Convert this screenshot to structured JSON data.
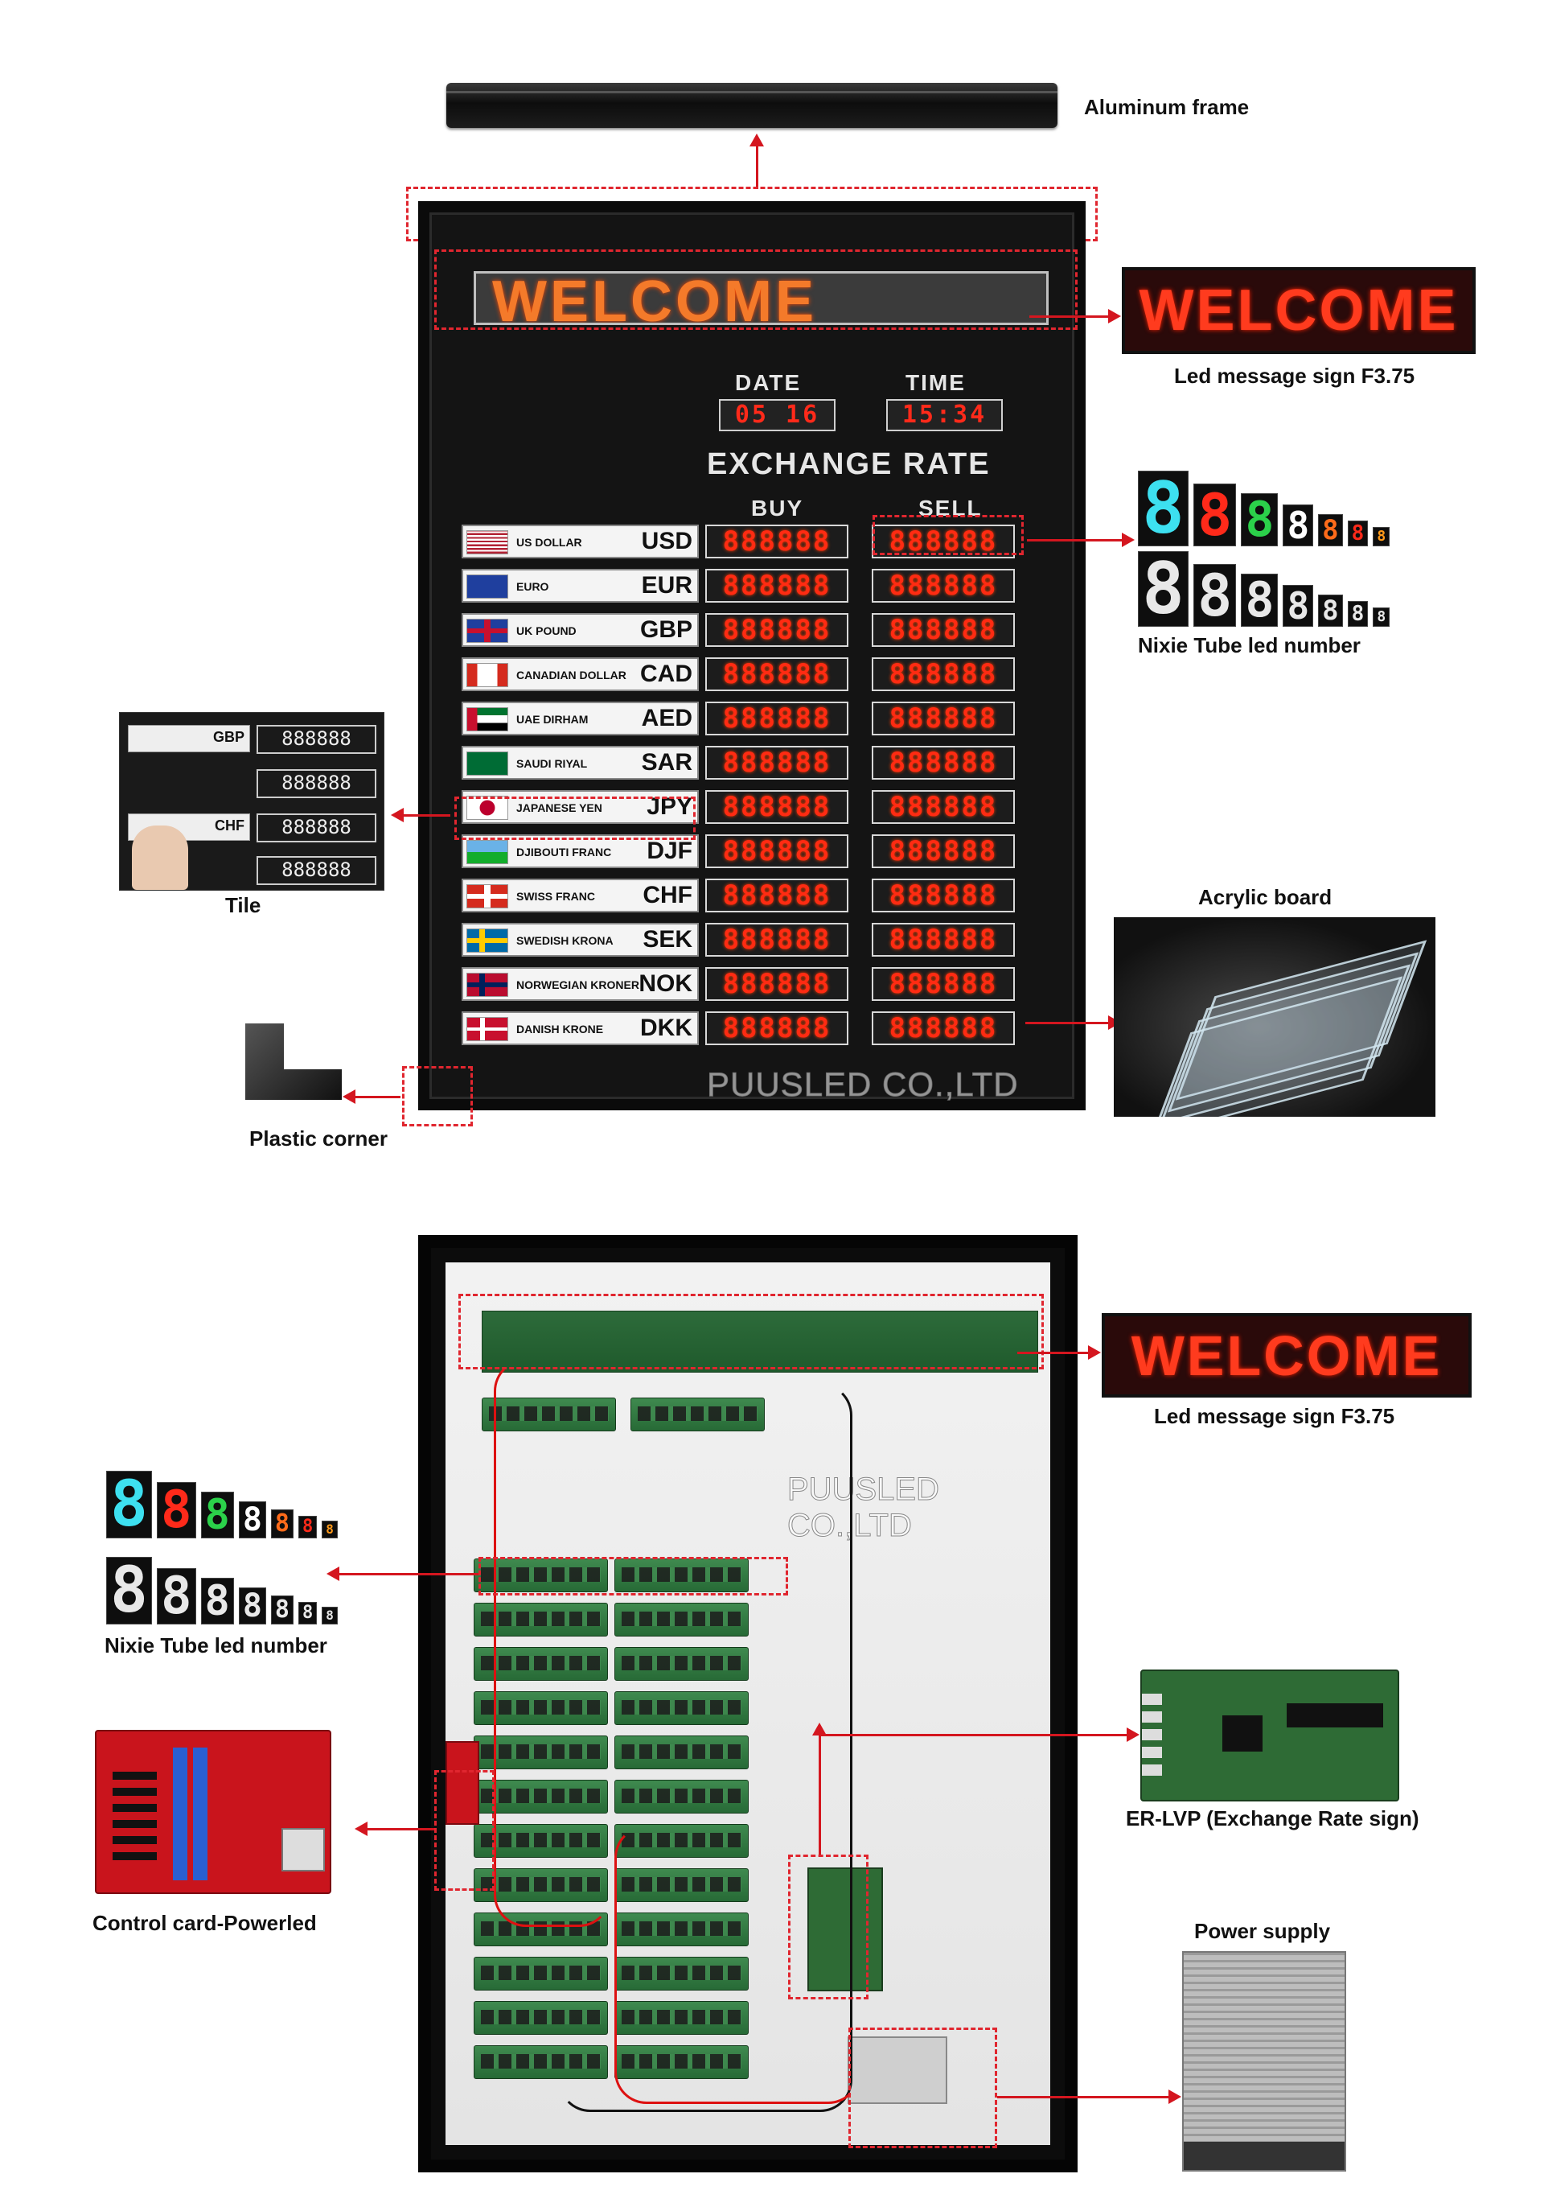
{
  "captions": {
    "aluminum_frame": "Aluminum frame",
    "led_sign_top": "Led message sign F3.75",
    "nixie_top": "Nixie Tube led number",
    "tile": "Tile",
    "acrylic": "Acrylic board",
    "plastic_corner": "Plastic corner",
    "led_sign_bottom": "Led message sign F3.75",
    "nixie_bottom": "Nixie Tube led number",
    "control_card": "Control card-Powerled",
    "er_lvp": "ER-LVP (Exchange Rate sign)",
    "power_supply": "Power supply"
  },
  "board": {
    "welcome": "WELCOME",
    "date_label": "DATE",
    "time_label": "TIME",
    "date_value": "05 16",
    "time_value": "15:34",
    "title": "EXCHANGE RATE",
    "buy_label": "BUY",
    "sell_label": "SELL",
    "watermark": "PUUSLED CO.,LTD",
    "rows": [
      {
        "name": "US DOLLAR",
        "code": "USD",
        "buy": "888888",
        "sell": "888888",
        "flag": "usa"
      },
      {
        "name": "EURO",
        "code": "EUR",
        "buy": "888888",
        "sell": "888888",
        "flag": "eu"
      },
      {
        "name": "UK POUND",
        "code": "GBP",
        "buy": "888888",
        "sell": "888888",
        "flag": "uk"
      },
      {
        "name": "CANADIAN DOLLAR",
        "code": "CAD",
        "buy": "888888",
        "sell": "888888",
        "flag": "canada"
      },
      {
        "name": "UAE DIRHAM",
        "code": "AED",
        "buy": "888888",
        "sell": "888888",
        "flag": "uae"
      },
      {
        "name": "SAUDI RIYAL",
        "code": "SAR",
        "buy": "888888",
        "sell": "888888",
        "flag": "saudi"
      },
      {
        "name": "JAPANESE YEN",
        "code": "JPY",
        "buy": "888888",
        "sell": "888888",
        "flag": "japan"
      },
      {
        "name": "DJIBOUTI FRANC",
        "code": "DJF",
        "buy": "888888",
        "sell": "888888",
        "flag": "djibouti"
      },
      {
        "name": "SWISS FRANC",
        "code": "CHF",
        "buy": "888888",
        "sell": "888888",
        "flag": "swiss"
      },
      {
        "name": "SWEDISH KRONA",
        "code": "SEK",
        "buy": "888888",
        "sell": "888888",
        "flag": "sweden"
      },
      {
        "name": "NORWEGIAN KRONER",
        "code": "NOK",
        "buy": "888888",
        "sell": "888888",
        "flag": "norway"
      },
      {
        "name": "DANISH KRONE",
        "code": "DKK",
        "buy": "888888",
        "sell": "888888",
        "flag": "denmark"
      }
    ]
  },
  "side_welcome_top": "WELCOME",
  "side_welcome_bottom": "WELCOME",
  "back_watermark": "PUUSLED CO.,LTD",
  "tile_photo": {
    "codes": [
      "GBP",
      "CHF"
    ],
    "digits": [
      "888888",
      "888888",
      "888888",
      "888888"
    ]
  },
  "colors": {
    "accent_red": "#d4161f",
    "led_orange": "#f47a2a",
    "led_red": "#ff2b12",
    "pcb_green": "#2e6b35"
  }
}
